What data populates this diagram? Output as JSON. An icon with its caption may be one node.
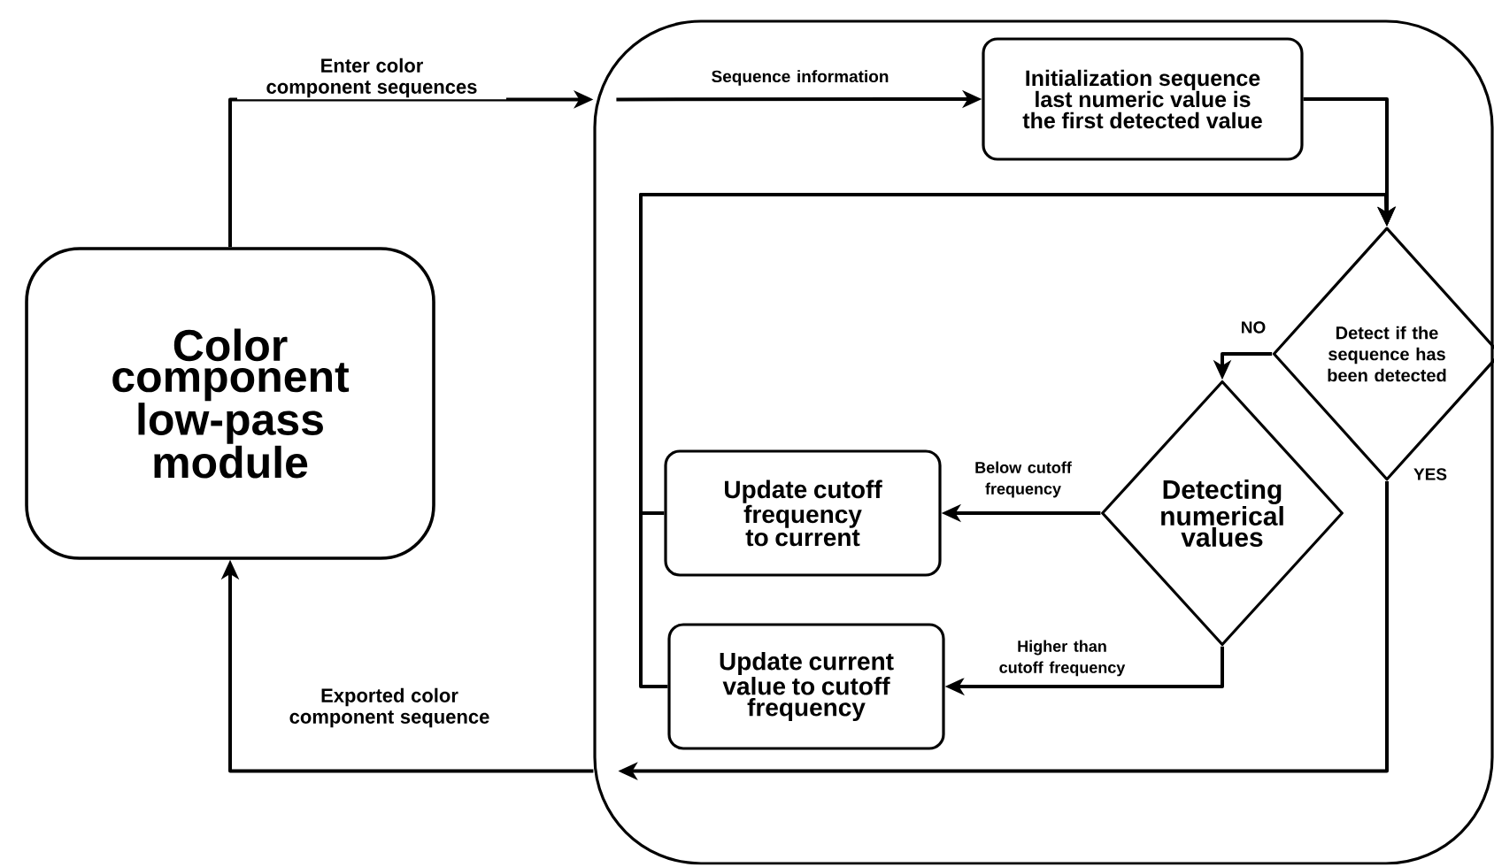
{
  "diagram": {
    "nodes": [
      {
        "text": [
          "Color component low-pass module"
        ]
      },
      {
        "text": [],
        "shape": "box"
      },
      {
        "text": [
          "Initialization sequence last numeric value is the first detected value"
        ],
        "in": 1
      },
      {
        "text": [
          "Detect if the sequence has been detected"
        ],
        "in": 1
      },
      {
        "text": [
          "Detecting numerical values"
        ],
        "in": 1
      },
      {
        "text": [
          "Update cutoff frequency to current"
        ],
        "in": 1
      },
      {
        "text": [
          "Update current value to cutoff frequency"
        ],
        "in": 1
      }
    ],
    "edges": [
      {
        "from": 0,
        "to": 1,
        "arrow": "to",
        "label": "Enter color component sequences"
      },
      {
        "from": 1,
        "to": 2,
        "arrow": "to",
        "label": "Sequence information"
      },
      {
        "from": 2,
        "to": 3,
        "arrow": "to"
      },
      {
        "from": 3,
        "to": 4,
        "arrow": "to",
        "label": "NO"
      },
      {
        "from": 4,
        "to": 5,
        "arrow": "to",
        "label": "Below cutoff frequency"
      },
      {
        "from": 4,
        "to": 6,
        "arrow": "to",
        "label": "Higher than cutoff frequency"
      },
      {
        "from": 5,
        "to": 3,
        "arrow": "to"
      },
      {
        "from": 6,
        "to": 3,
        "arrow": "to"
      },
      {
        "from": 3,
        "to": 1,
        "arrow": "to",
        "label": "YES"
      },
      {
        "from": 1,
        "to": 0,
        "arrow": "to",
        "label": "Exported color component sequence"
      }
    ]
  }
}
